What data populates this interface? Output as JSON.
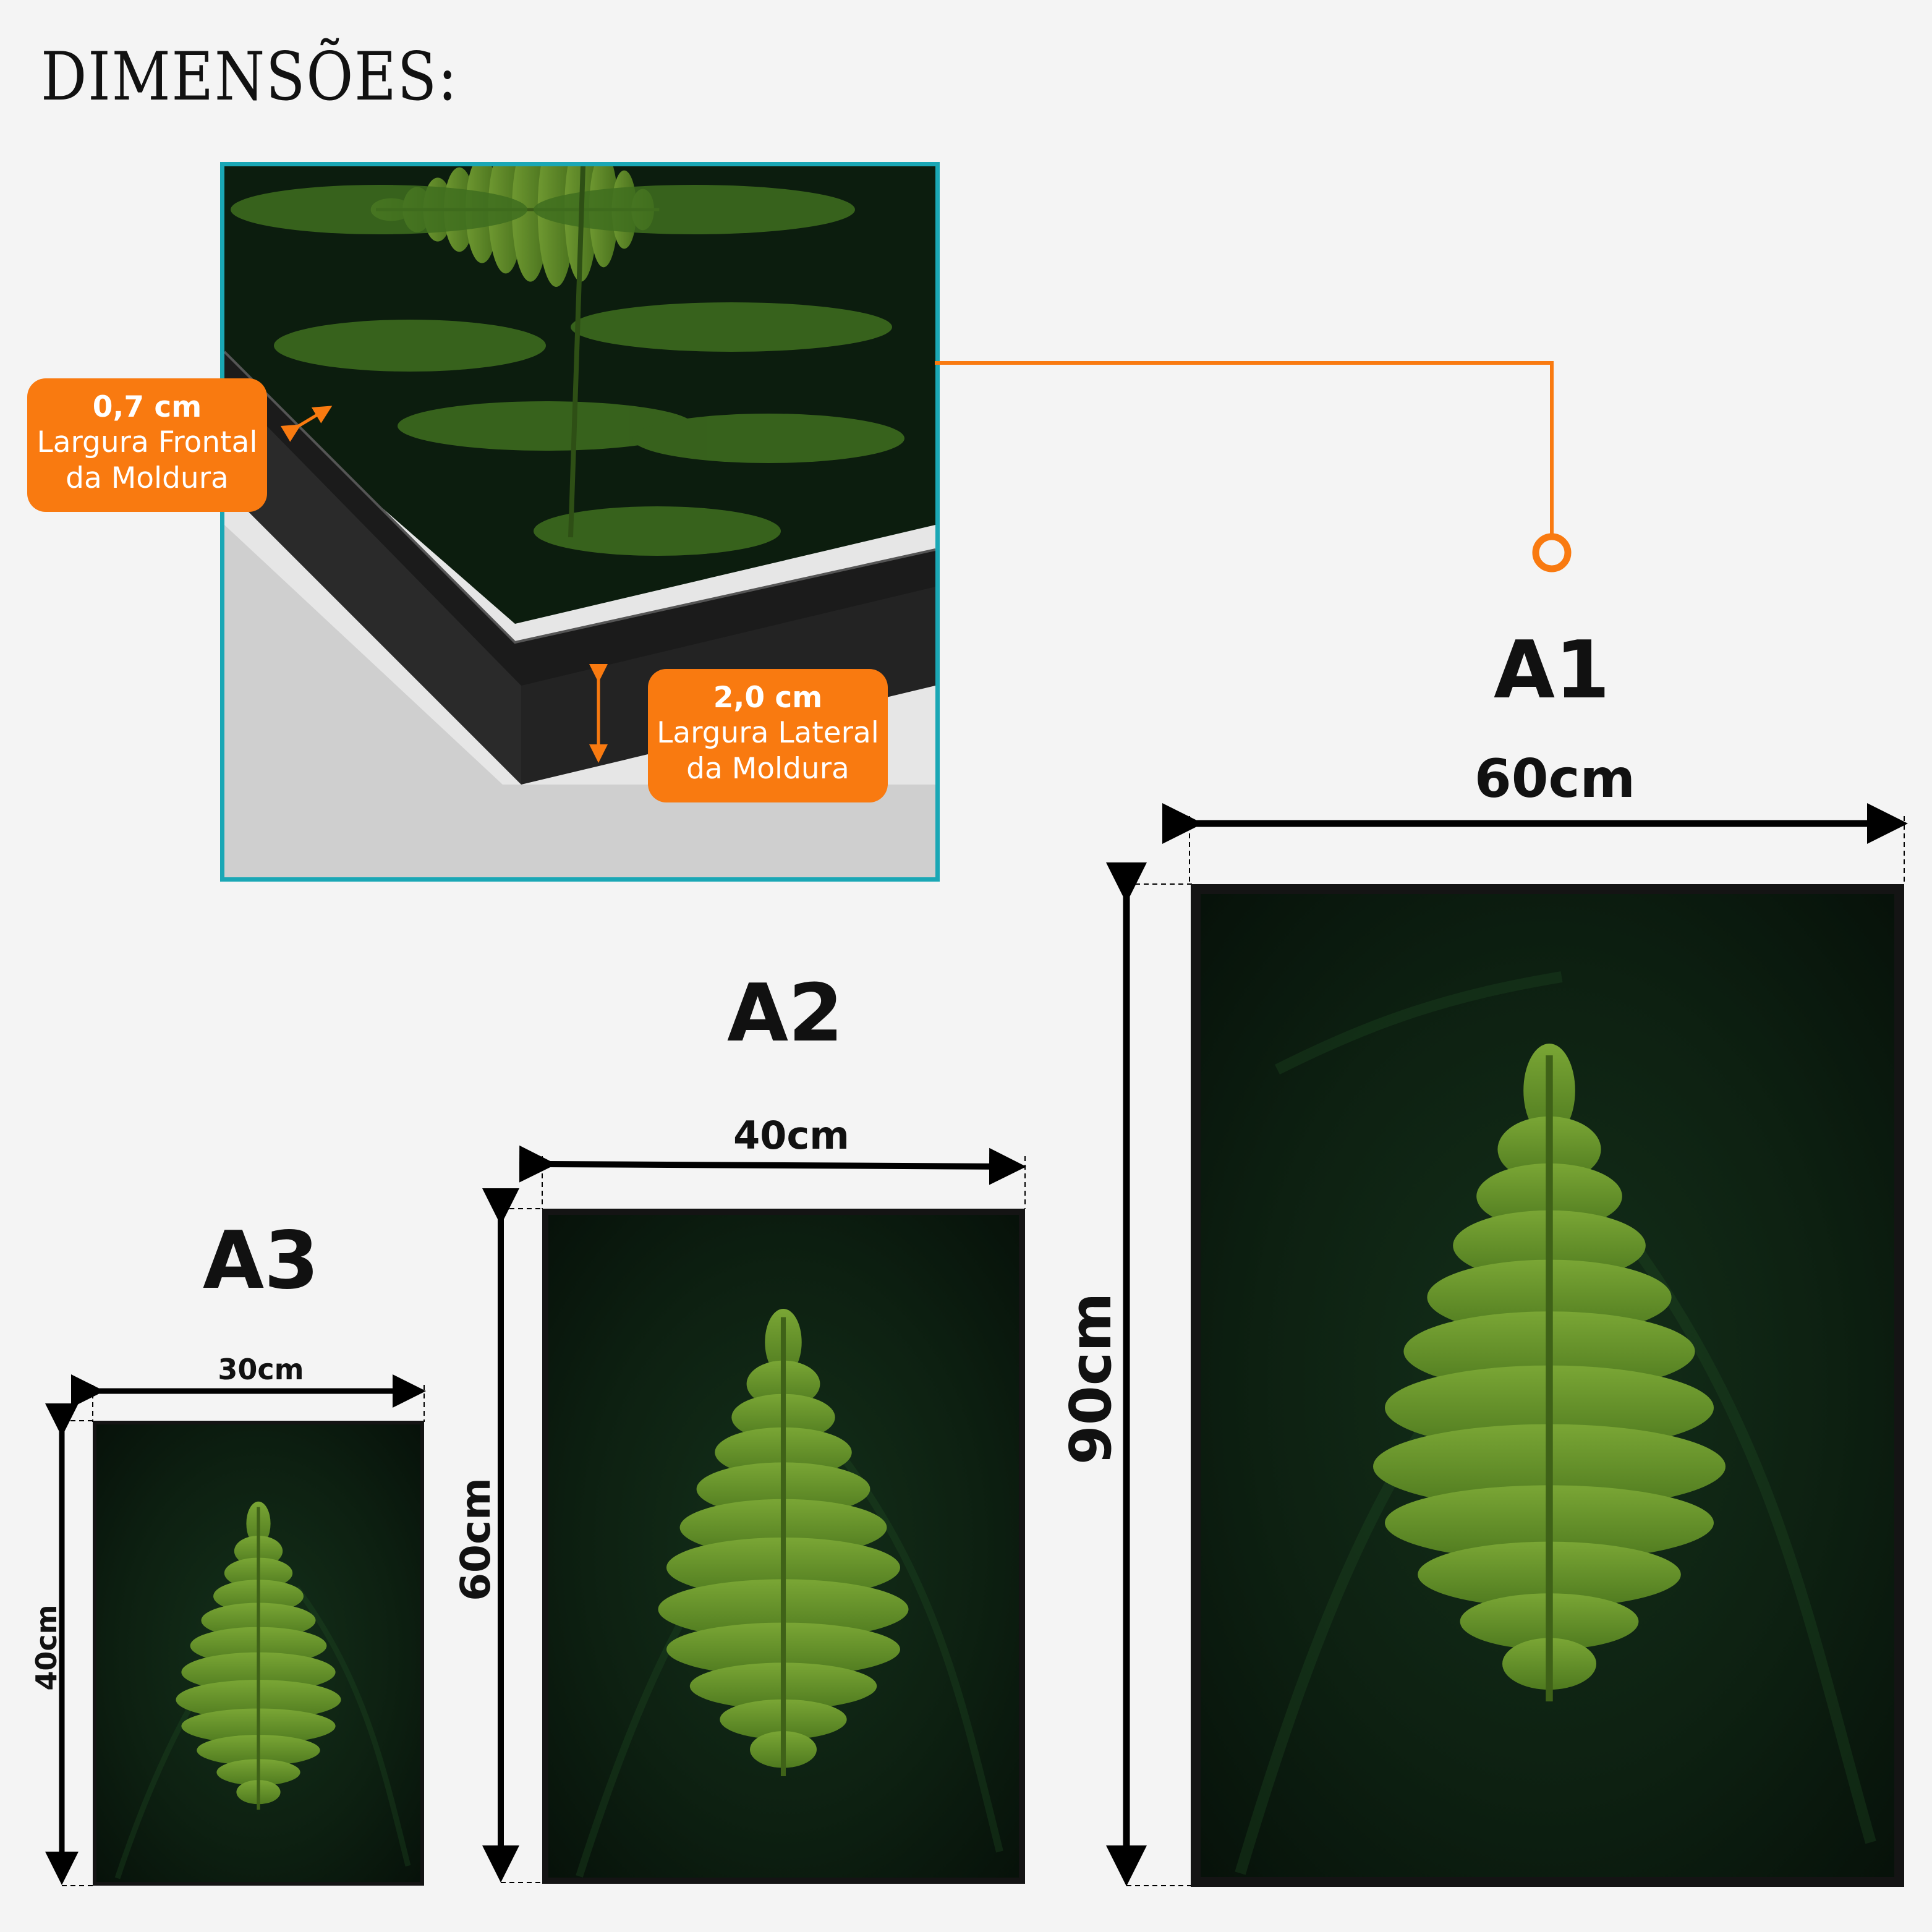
{
  "heading": "DIMENSÕES:",
  "colors": {
    "background": "#f4f4f4",
    "accent_orange": "#f97a10",
    "detail_border": "#1aa7b5",
    "frame": "#141414",
    "fern": "#5e8f26",
    "fern_dark_bg": "#0b1a0d"
  },
  "detail": {
    "front": {
      "value": "0,7 cm",
      "line1": "Largura Frontal",
      "line2": "da Moldura"
    },
    "side": {
      "value": "2,0 cm",
      "line1": "Largura Lateral",
      "line2": "da Moldura"
    }
  },
  "sizes": {
    "a1": {
      "name": "A1",
      "width": "60cm",
      "height": "90cm"
    },
    "a2": {
      "name": "A2",
      "width": "40cm",
      "height": "60cm"
    },
    "a3": {
      "name": "A3",
      "width": "30cm",
      "height": "40cm"
    }
  },
  "icons": {
    "dimension_arrows": "double-arrow-icon",
    "callout_marker": "circle-marker-icon",
    "subject": "fern-illustration"
  }
}
